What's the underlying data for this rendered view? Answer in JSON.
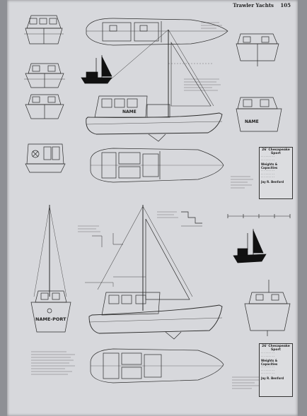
{
  "header": {
    "running_title": "Trawler Yachts",
    "page_number": "105"
  },
  "boats": {
    "upper_hull_name": "NAME",
    "upper_transom_name": "NAME",
    "lower_transom_name": "NAME-PORT"
  },
  "spec_panels": [
    {
      "title": "26' Chesapeake Sport",
      "heading": "Weights & Capacities",
      "designer": "Jay R. Benford"
    },
    {
      "title": "26' Chesapeake Sport",
      "heading": "Weights & Capacities",
      "designer": "Jay R. Benford"
    }
  ]
}
